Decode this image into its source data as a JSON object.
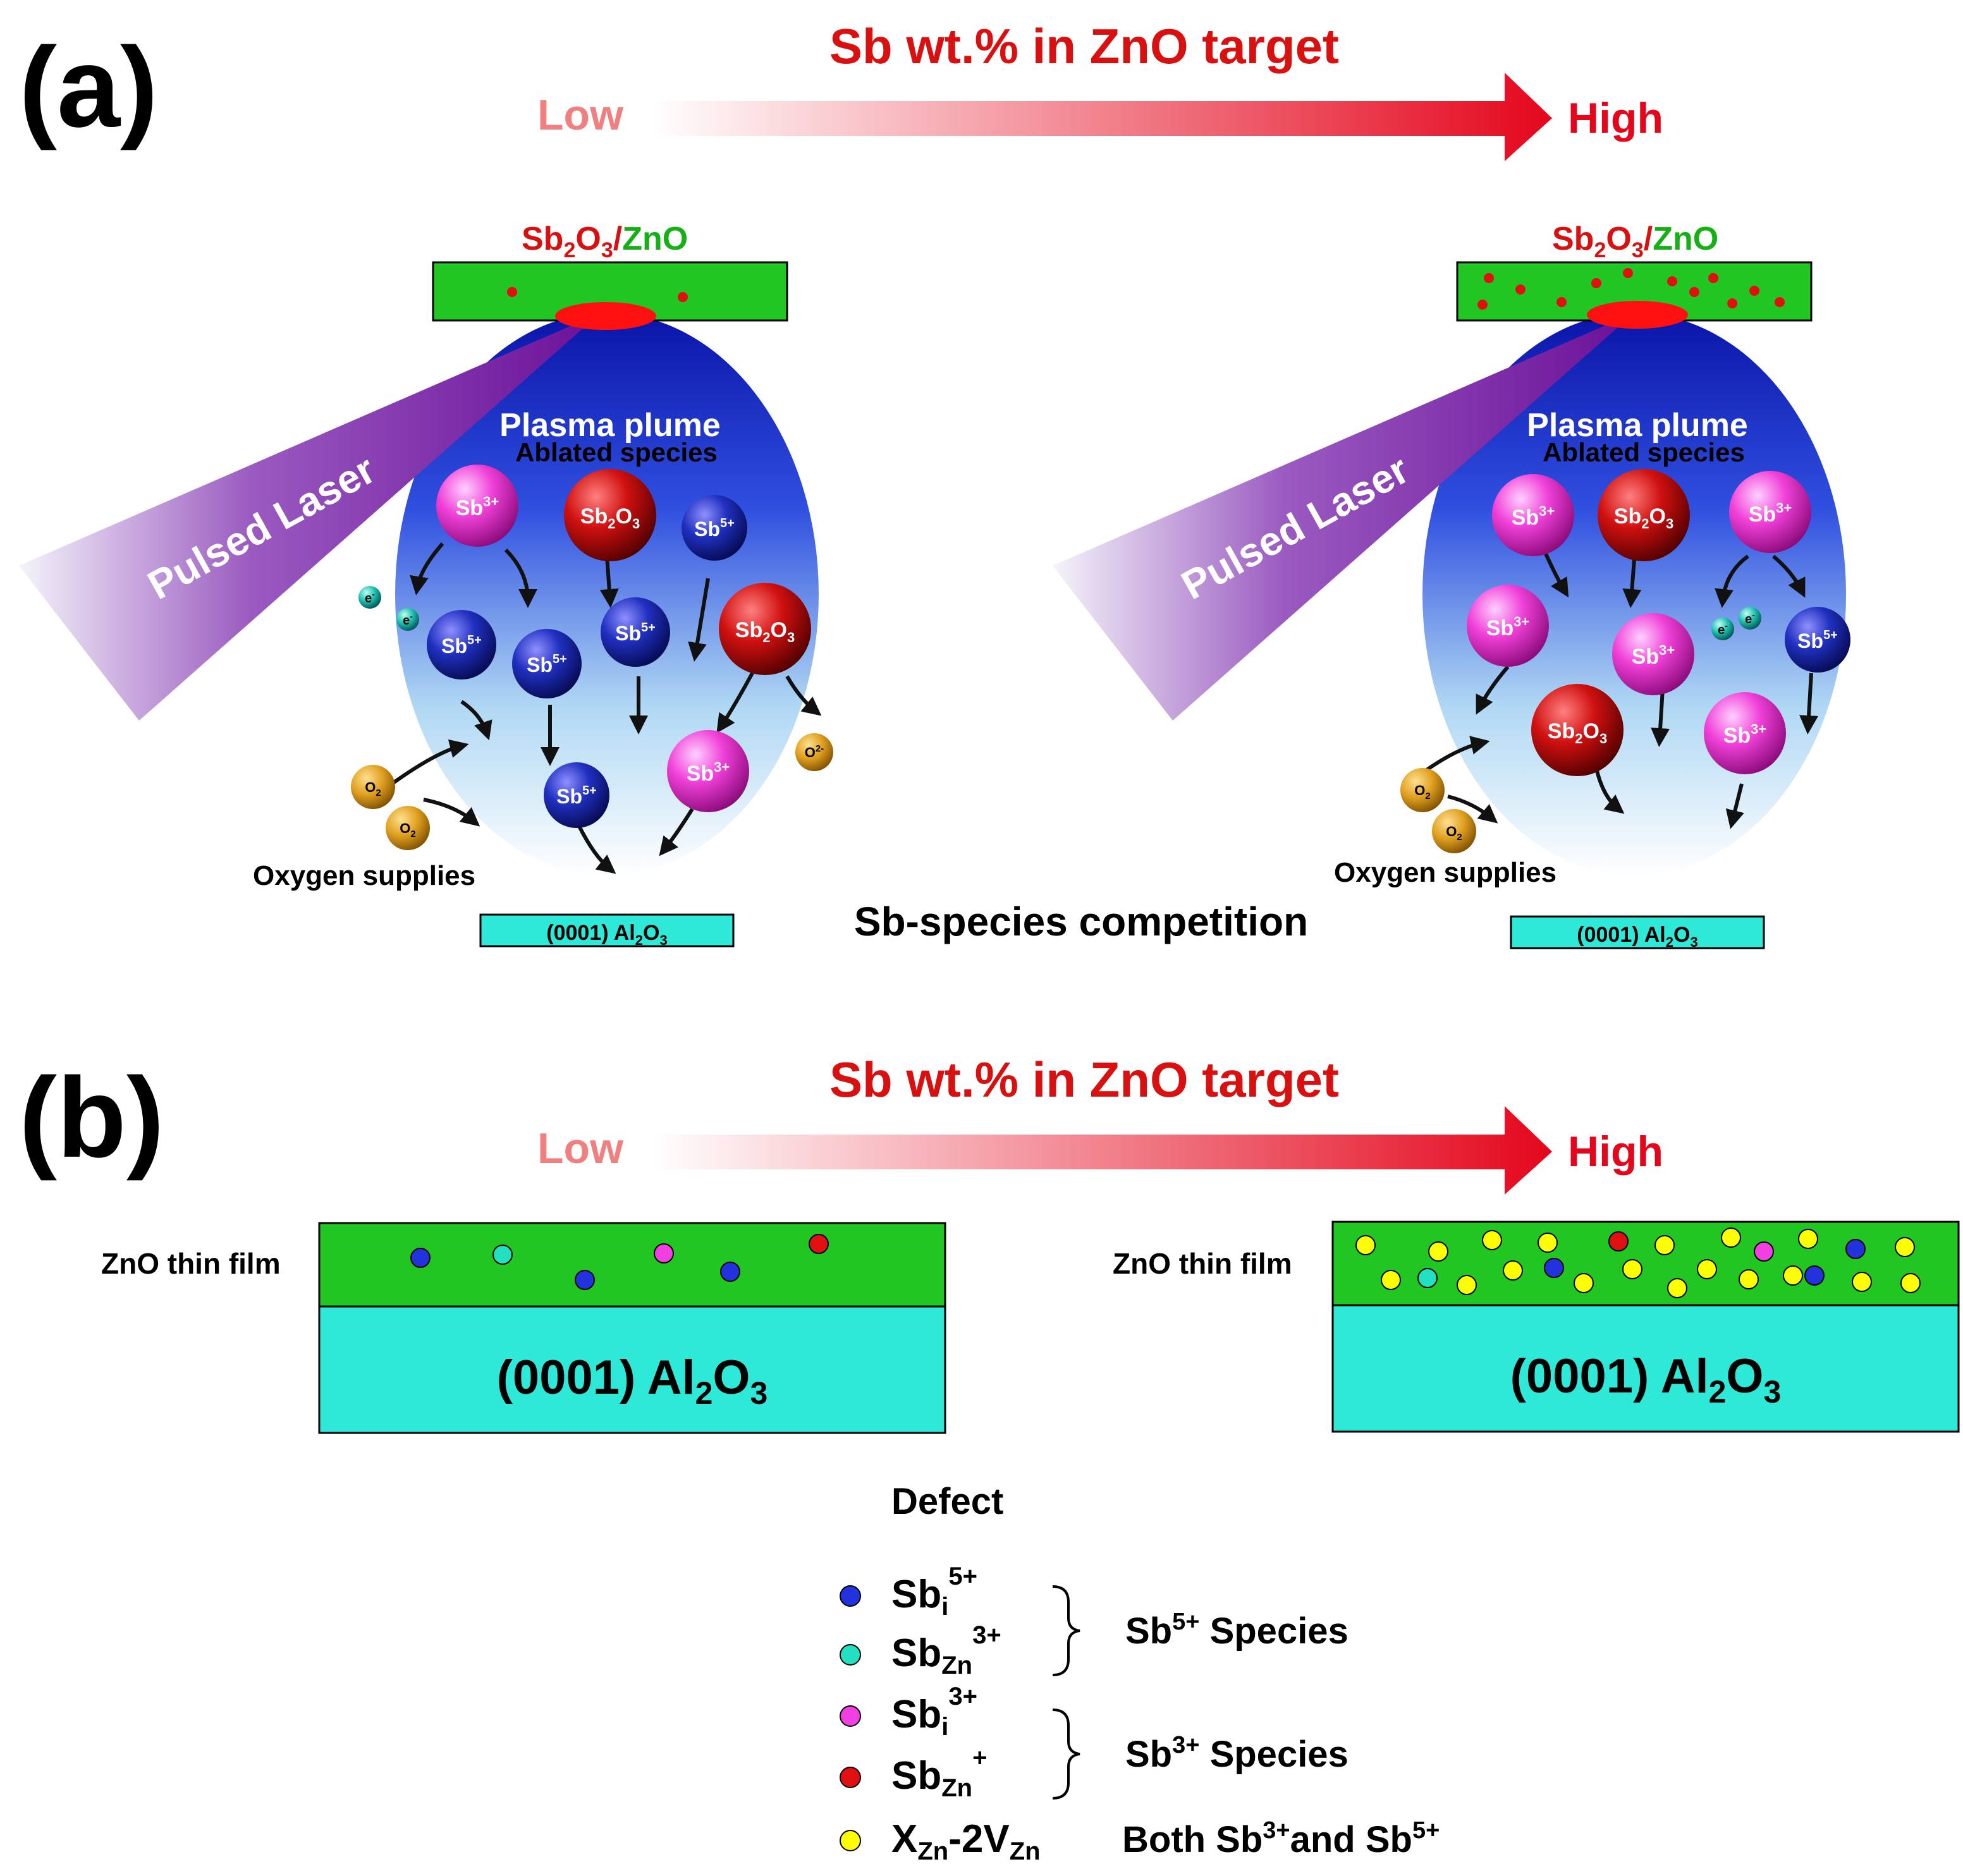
{
  "colors": {
    "arrow_red": "#e4061c",
    "low_text": "#f08080",
    "title_red": "#d81010",
    "film_green": "#22c622",
    "substrate_cyan": "#2ee8d8",
    "plume_blue": "#1020b8",
    "laser_purple": "#7a1aa0",
    "sb5_dot": "#2233dd",
    "sbzn3_dot": "#22e0c0",
    "sbi3_dot": "#f040e0",
    "sbzn_dot": "#e01010",
    "xzn_dot": "#ffff00"
  },
  "panel_a": {
    "label": "(a)",
    "arrow": {
      "title": "Sb wt.% in ZnO target",
      "low": "Low",
      "high": "High"
    },
    "target": {
      "prefix": "Sb",
      "sub2": "2",
      "mid": "O",
      "sub3": "3",
      "sep": "/",
      "zno": "ZnO"
    },
    "plume_title": "Plasma plume",
    "plume_subtitle": "Ablated species",
    "laser_label": "Pulsed Laser",
    "oxygen_label": "Oxygen supplies",
    "substrate": {
      "prefix": "(0001) Al",
      "sub2": "2",
      "mid": "O",
      "sub3": "3"
    },
    "center_label": "Sb-species competition",
    "species": {
      "sb3": {
        "base": "Sb",
        "sup": "3+"
      },
      "sb5": {
        "base": "Sb",
        "sup": "5+"
      },
      "sb2o3": {
        "a": "Sb",
        "s1": "2",
        "b": "O",
        "s2": "3"
      },
      "o2": {
        "base": "O",
        "sub": "2"
      },
      "o2m": {
        "base": "O",
        "sup": "2-"
      },
      "e": {
        "base": "e",
        "sup": "-"
      }
    }
  },
  "panel_b": {
    "label": "(b)",
    "arrow": {
      "title": "Sb wt.% in ZnO target",
      "low": "Low",
      "high": "High"
    },
    "film_label": "ZnO thin film",
    "substrate": {
      "prefix": "(0001) Al",
      "sub2": "2",
      "mid": "O",
      "sub3": "3"
    }
  },
  "legend": {
    "title": "Defect",
    "items": [
      {
        "base": "Sb",
        "sub": "i",
        "sup": "5+"
      },
      {
        "base": "Sb",
        "sub": "Zn",
        "sup": "3+"
      },
      {
        "base": "Sb",
        "sub": "i",
        "sup": "3+"
      },
      {
        "base": "Sb",
        "sub": "Zn",
        "sup": "+"
      },
      {
        "a": "X",
        "asub": "Zn",
        "b": "-2V",
        "bsub": "Zn"
      }
    ],
    "groups": [
      {
        "base": "Sb",
        "sup": "5+",
        "rest": " Species"
      },
      {
        "base": "Sb",
        "sup": "3+",
        "rest": " Species"
      }
    ],
    "both": {
      "pre": "Both Sb",
      "sup1": "3+",
      "mid": "and Sb",
      "sup2": "5+"
    }
  }
}
